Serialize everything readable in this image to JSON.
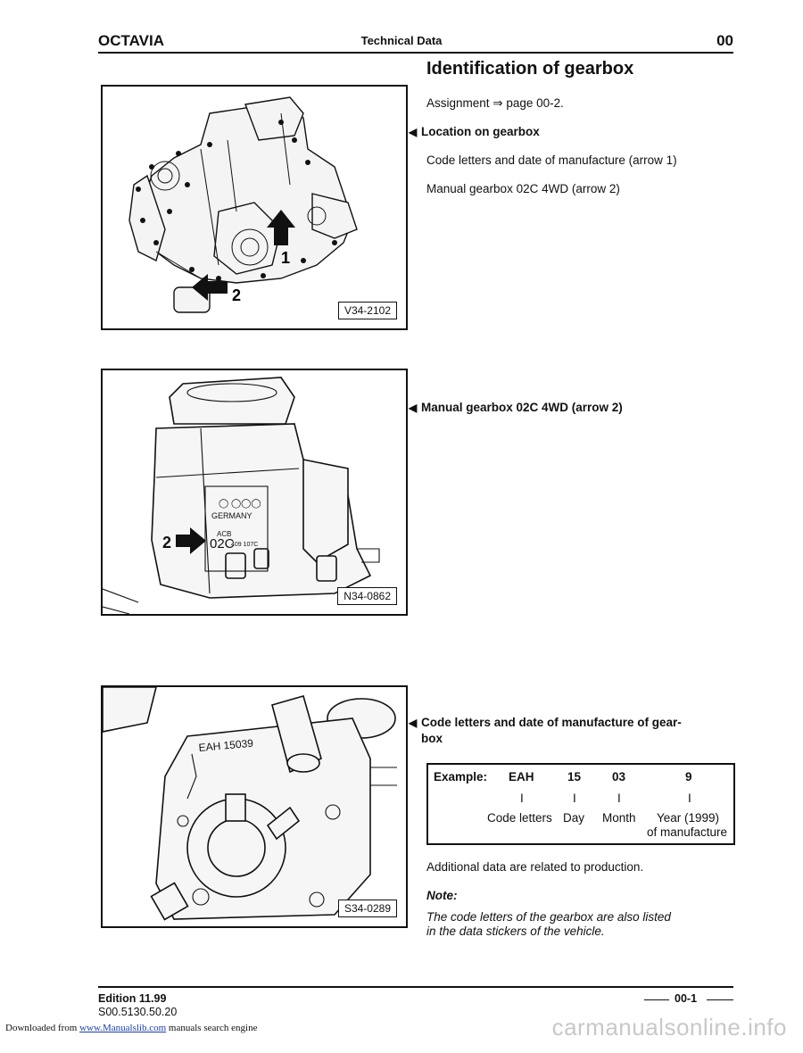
{
  "header": {
    "model": "OCTAVIA",
    "section": "Technical Data",
    "chapter": "00"
  },
  "title": "Identification of gearbox",
  "assignment": "Assignment ⇒ page 00-2.",
  "location": {
    "heading": "Location on gearbox",
    "line1": "Code letters and date of manufacture (arrow 1)",
    "line2": "Manual gearbox 02C 4WD (arrow 2)"
  },
  "figures": {
    "fig1": {
      "code": "V34-2102",
      "arrow1": "1",
      "arrow2": "2"
    },
    "fig2": {
      "code": "N34-0862",
      "arrow": "2",
      "brand": "GERMANY",
      "code_small": "ACB",
      "gearbox": "02C",
      "number": "409 107C"
    },
    "fig3": {
      "code": "S34-0289",
      "stamp": "EAH 15039"
    }
  },
  "section2_heading": "Manual gearbox 02C 4WD (arrow 2)",
  "section3_heading_l1": "Code letters and date of manufacture of gear-",
  "section3_heading_l2": "box",
  "example": {
    "label": "Example:",
    "values": [
      "EAH",
      "15",
      "03",
      "9"
    ],
    "bars": [
      "I",
      "I",
      "I",
      "I"
    ],
    "meanings": [
      "Code letters",
      "Day",
      "Month",
      "Year (1999)"
    ],
    "meaning_extra": "of manufacture"
  },
  "additional": "Additional data are related to production.",
  "note": {
    "heading": "Note:",
    "line1": "The code letters of the gearbox are also listed",
    "line2": "in the data stickers of the vehicle."
  },
  "footer": {
    "edition": "Edition 11.99",
    "doc": "S00.5130.50.20",
    "page": "00-1"
  },
  "download": {
    "prefix": "Downloaded from",
    "link": "www.Manualslib.com",
    "suffix": "manuals search engine"
  },
  "watermark": "carmanualsonline.info"
}
